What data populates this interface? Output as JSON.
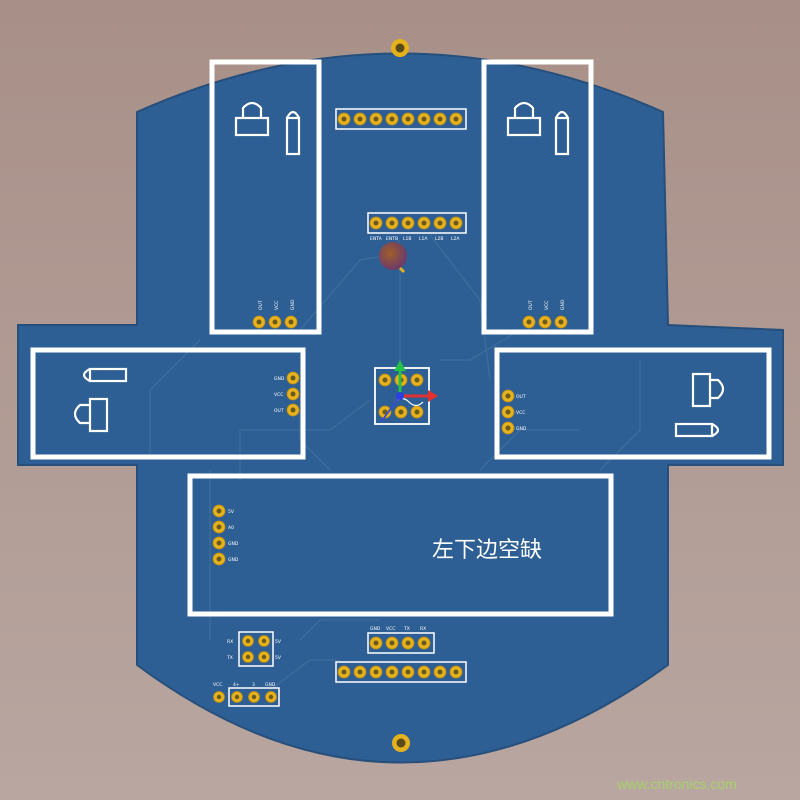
{
  "board": {
    "colors": {
      "background": "#b6a29a",
      "board": "#2e5f94",
      "board_edge": "#264f7c",
      "silkscreen": "#ffffff",
      "pad": "#e5b21d",
      "trace": "#3d6f9e"
    },
    "center_note": "左下边空缺",
    "watermark": "www.cntronics.com",
    "headers": {
      "top8_count": 8,
      "mid6_labels": [
        "ENTA",
        "ENTB",
        "L1B",
        "L1A",
        "L2B",
        "L2A"
      ],
      "bottom8_count": 8,
      "left_module_pins": [
        "OUT",
        "VCC",
        "GND"
      ],
      "right_module_pins": [
        "OUT",
        "VCC",
        "GND"
      ],
      "left_side_pins": [
        "GND",
        "VCC",
        "OUT"
      ],
      "right_side_pins": [
        "OUT",
        "VCC",
        "GND"
      ],
      "lcd_pins": [
        "5V",
        "A0",
        "GND",
        "GND"
      ],
      "bottom_right_labels": [
        "GND",
        "VCC",
        "TX",
        "RX"
      ],
      "power_labels": [
        "VCC",
        "4+",
        "3",
        "GND"
      ],
      "square_labels": [
        "RX",
        "TX",
        "5V",
        "5V"
      ]
    },
    "icons": [
      "lock-icon",
      "battery-icon",
      "axis-gizmo-icon",
      "capacitor-icon"
    ]
  }
}
